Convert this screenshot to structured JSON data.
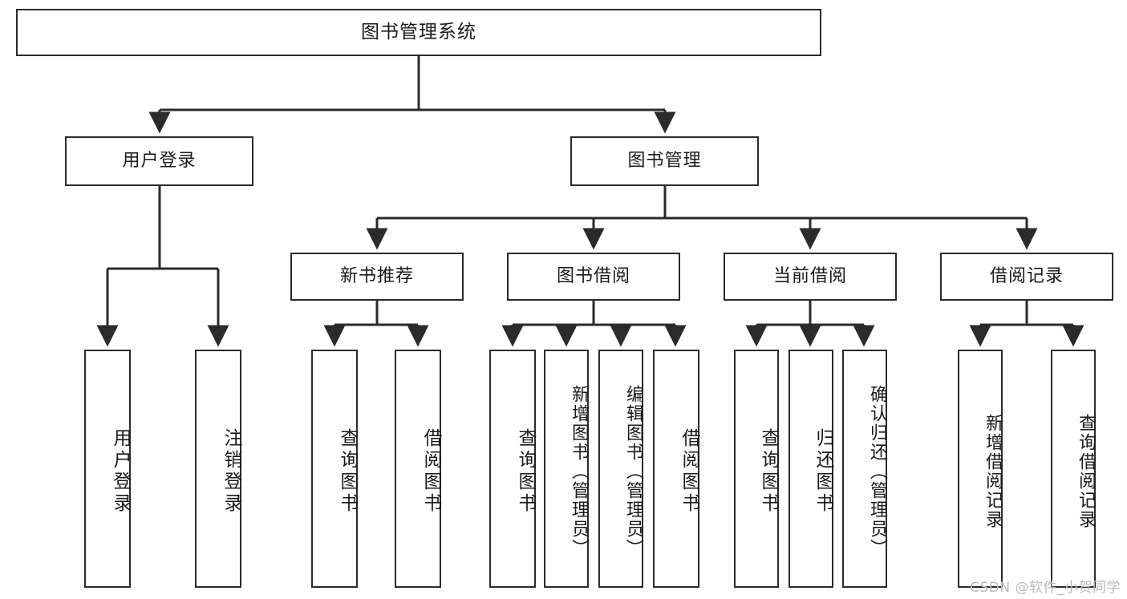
{
  "diagram": {
    "title": "图书管理系统",
    "type": "hierarchy-tree",
    "root": {
      "label": "图书管理系统"
    },
    "level2": [
      {
        "label": "用户登录"
      },
      {
        "label": "图书管理"
      }
    ],
    "level3": [
      {
        "label": "新书推荐"
      },
      {
        "label": "图书借阅"
      },
      {
        "label": "当前借阅"
      },
      {
        "label": "借阅记录"
      }
    ],
    "leaves": {
      "user_login": [
        {
          "label": "用户登录"
        },
        {
          "label": "注销登录"
        }
      ],
      "new_book_recommend": [
        {
          "label": "查询图书"
        },
        {
          "label": "借阅图书"
        }
      ],
      "book_borrow": [
        {
          "label": "查询图书"
        },
        {
          "label": "新增图书（管理员）"
        },
        {
          "label": "编辑图书（管理员）"
        },
        {
          "label": "借阅图书"
        }
      ],
      "current_borrow": [
        {
          "label": "查询图书"
        },
        {
          "label": "归还图书"
        },
        {
          "label": "确认归还（管理员）"
        }
      ],
      "borrow_record": [
        {
          "label": "新增借阅记录"
        },
        {
          "label": "查询借阅记录"
        }
      ]
    }
  },
  "watermark": {
    "text": "CSDN @软件_小贺同学"
  },
  "colors": {
    "stroke": "#2b2b2b",
    "fill": "#ffffff",
    "text": "#1a1a1a",
    "watermark": "#b9b9b9"
  }
}
